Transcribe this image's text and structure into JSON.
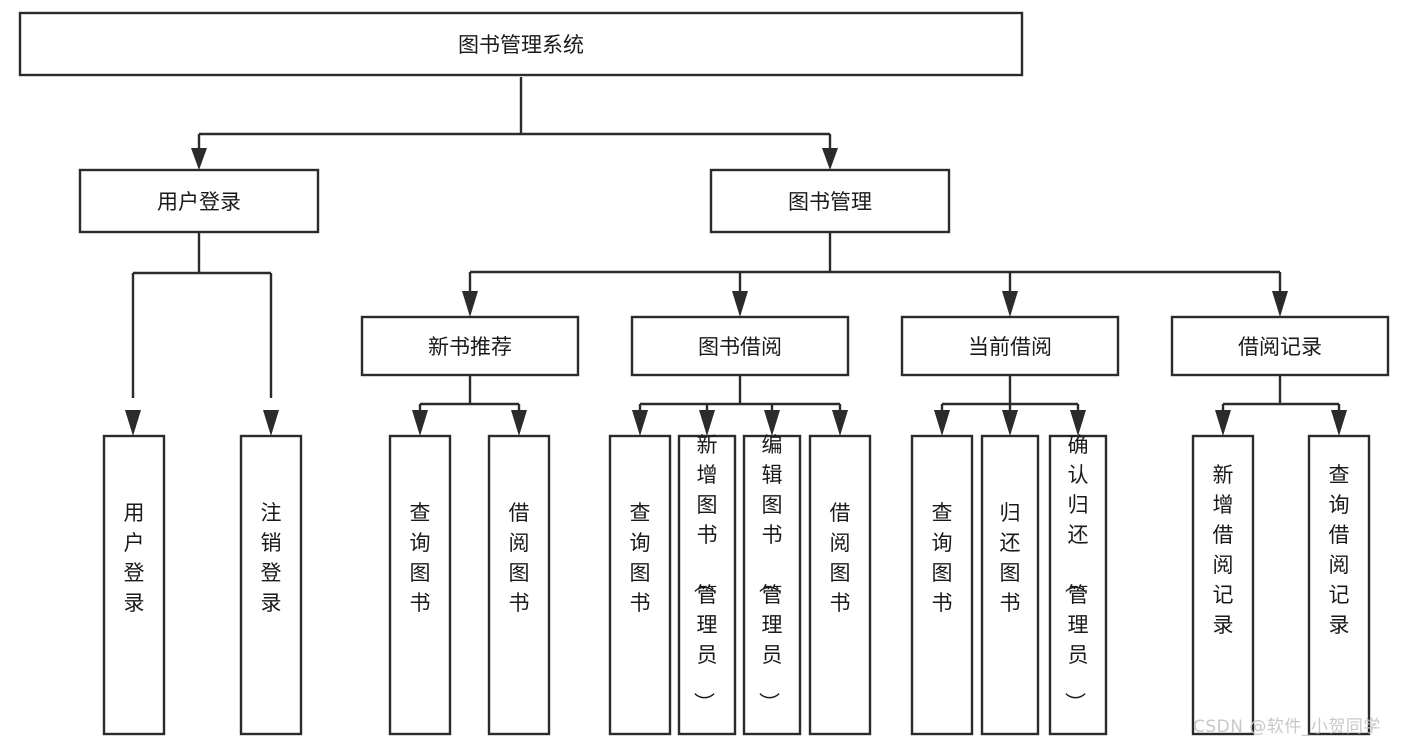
{
  "diagram": {
    "type": "tree-hierarchy-flowchart",
    "title": "图书管理系统",
    "background_color": "#ffffff",
    "stroke_color": "#2b2b2b",
    "text_color": "#1a1a1a",
    "levels": {
      "level1": [
        {
          "id": "root",
          "label": "图书管理系统",
          "orientation": "horizontal"
        }
      ],
      "level2": [
        {
          "id": "user-login",
          "label": "用户登录",
          "orientation": "horizontal"
        },
        {
          "id": "book-manage",
          "label": "图书管理",
          "orientation": "horizontal"
        }
      ],
      "level3": [
        {
          "id": "new-book-recommend",
          "label": "新书推荐",
          "orientation": "horizontal"
        },
        {
          "id": "book-borrow",
          "label": "图书借阅",
          "orientation": "horizontal"
        },
        {
          "id": "current-borrow",
          "label": "当前借阅",
          "orientation": "horizontal"
        },
        {
          "id": "borrow-record",
          "label": "借阅记录",
          "orientation": "horizontal"
        }
      ],
      "level4": [
        {
          "id": "leaf-user-login",
          "label": "用户登录",
          "orientation": "vertical",
          "parent": "user-login"
        },
        {
          "id": "leaf-logout-login",
          "label": "注销登录",
          "orientation": "vertical",
          "parent": "user-login"
        },
        {
          "id": "leaf-query-book-1",
          "label": "查询图书",
          "orientation": "vertical",
          "parent": "new-book-recommend"
        },
        {
          "id": "leaf-borrow-book-1",
          "label": "借阅图书",
          "orientation": "vertical",
          "parent": "new-book-recommend"
        },
        {
          "id": "leaf-query-book-2",
          "label": "查询图书",
          "orientation": "vertical",
          "parent": "book-borrow"
        },
        {
          "id": "leaf-add-book",
          "label": "新增图书（管理员）",
          "orientation": "vertical",
          "parent": "book-borrow"
        },
        {
          "id": "leaf-edit-book",
          "label": "编辑图书（管理员）",
          "orientation": "vertical",
          "parent": "book-borrow"
        },
        {
          "id": "leaf-borrow-book-2",
          "label": "借阅图书",
          "orientation": "vertical",
          "parent": "book-borrow"
        },
        {
          "id": "leaf-query-book-3",
          "label": "查询图书",
          "orientation": "vertical",
          "parent": "current-borrow"
        },
        {
          "id": "leaf-return-book",
          "label": "归还图书",
          "orientation": "vertical",
          "parent": "current-borrow"
        },
        {
          "id": "leaf-confirm-return",
          "label": "确认归还（管理员）",
          "orientation": "vertical",
          "parent": "current-borrow"
        },
        {
          "id": "leaf-add-borrow-record",
          "label": "新增借阅记录",
          "orientation": "vertical",
          "parent": "borrow-record"
        },
        {
          "id": "leaf-query-borrow-record",
          "label": "查询借阅记录",
          "orientation": "vertical",
          "parent": "borrow-record"
        }
      ]
    }
  },
  "watermark": {
    "text": "CSDN @软件_小贺同学",
    "color": "#c8c8c8"
  }
}
